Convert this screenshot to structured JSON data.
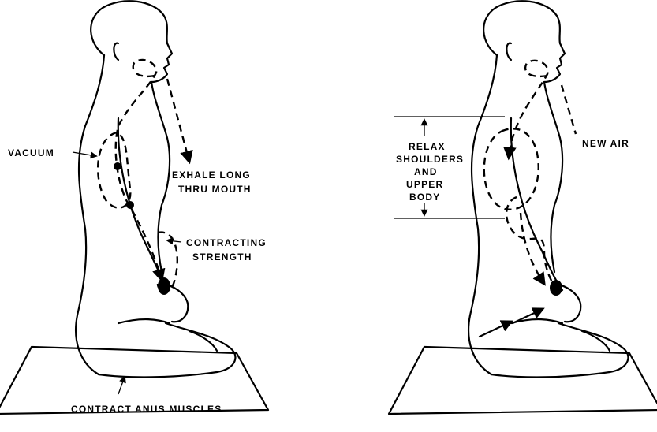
{
  "left_figure": {
    "labels": {
      "vacuum": "VACUUM",
      "exhale_1": "EXHALE LONG",
      "exhale_2": "THRU MOUTH",
      "contracting_1": "CONTRACTING",
      "contracting_2": "STRENGTH",
      "contract_anus": "CONTRACT ANUS MUSCLES"
    }
  },
  "right_figure": {
    "labels": {
      "relax_1": "RELAX",
      "relax_2": "SHOULDERS",
      "relax_3": "AND",
      "relax_4": "UPPER",
      "relax_5": "BODY",
      "new_air": "NEW AIR"
    }
  }
}
